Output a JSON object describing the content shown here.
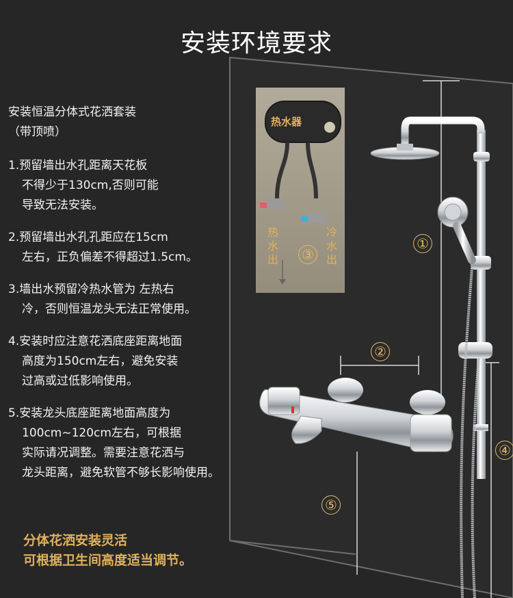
{
  "title": "安装环境要求",
  "intro": [
    "安装恒温分体式花洒套装",
    "（带顶喷）"
  ],
  "items": [
    {
      "lines": [
        "1.预留墙出水孔距离天花板",
        "不得少于130cm,否则可能",
        "导致无法安装。"
      ]
    },
    {
      "lines": [
        "2.预留墙出水孔孔距应在15cm",
        "左右，正负偏差不得超过1.5cm。"
      ]
    },
    {
      "lines": [
        "3.墙出水预留冷热水管为 左热右",
        "冷，否则恒温龙头无法正常使用。"
      ]
    },
    {
      "lines": [
        "4.安装时应注意花洒底座距离地面",
        "高度为150cm左右，避免安装",
        "过高或过低影响使用。"
      ]
    },
    {
      "lines": [
        "5.安装龙头底座距离地面高度为",
        "100cm~120cm左右，可根据",
        "实际请况调整。需要注意花洒与",
        "龙头距离，避免软管不够长影响使用。"
      ]
    }
  ],
  "footer": [
    "分体花洒安装灵活",
    "可根据卫生间高度适当调节。"
  ],
  "diagram": {
    "heater_label": "热水器",
    "hot_label": "热水出",
    "cold_label": "冷水出",
    "marks": [
      "①",
      "②",
      "③",
      "④",
      "⑤"
    ]
  },
  "colors": {
    "background": "#262626",
    "accent": "#e0b15d",
    "line": "#d9d9d9"
  }
}
